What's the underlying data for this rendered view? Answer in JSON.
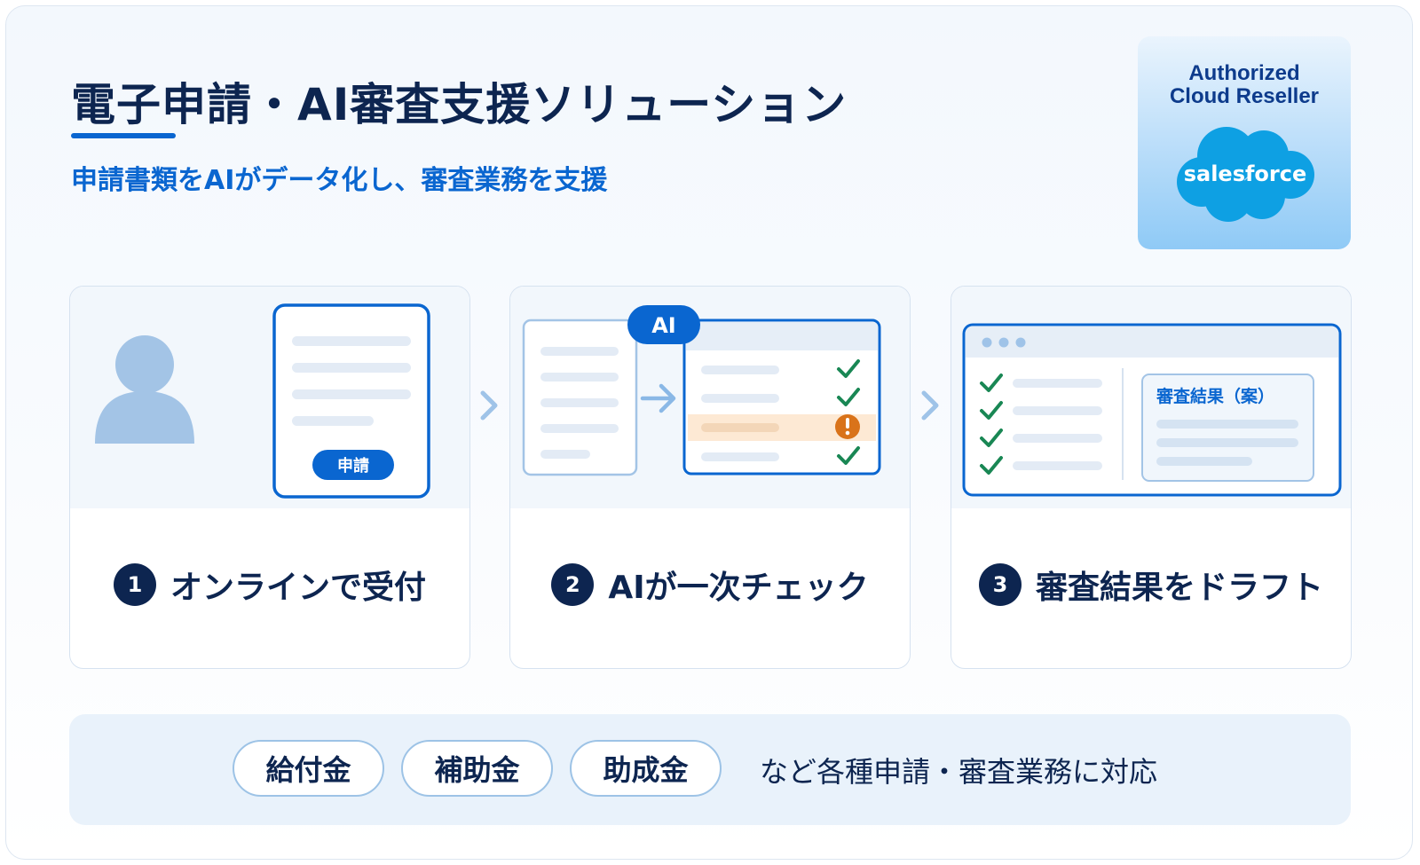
{
  "header": {
    "title": "電子申請・AI審査支援ソリューション",
    "subtitle": "申請書類をAIがデータ化し、審査業務を支援"
  },
  "badge": {
    "line1": "Authorized",
    "line2": "Cloud Reseller",
    "logo_text": "salesforce"
  },
  "steps": [
    {
      "number": "1",
      "label": "オンラインで受付",
      "form_button": "申請"
    },
    {
      "number": "2",
      "label": "AIが一次チェック",
      "ai_tag": "AI"
    },
    {
      "number": "3",
      "label": "審査結果をドラフト",
      "result_title": "審査結果（案）"
    }
  ],
  "footer": {
    "chips": [
      "給付金",
      "補助金",
      "助成金"
    ],
    "text": "など各種申請・審査業務に対応"
  },
  "colors": {
    "navy": "#0d2550",
    "primary_blue": "#0a66d0",
    "light_blue": "#9fc3e8",
    "check_green": "#198754",
    "warning_orange": "#d9731a"
  },
  "icons": [
    "user-icon",
    "document-icon",
    "arrow-right-icon",
    "check-icon",
    "warning-icon",
    "chevron-right-icon",
    "cloud-icon"
  ]
}
